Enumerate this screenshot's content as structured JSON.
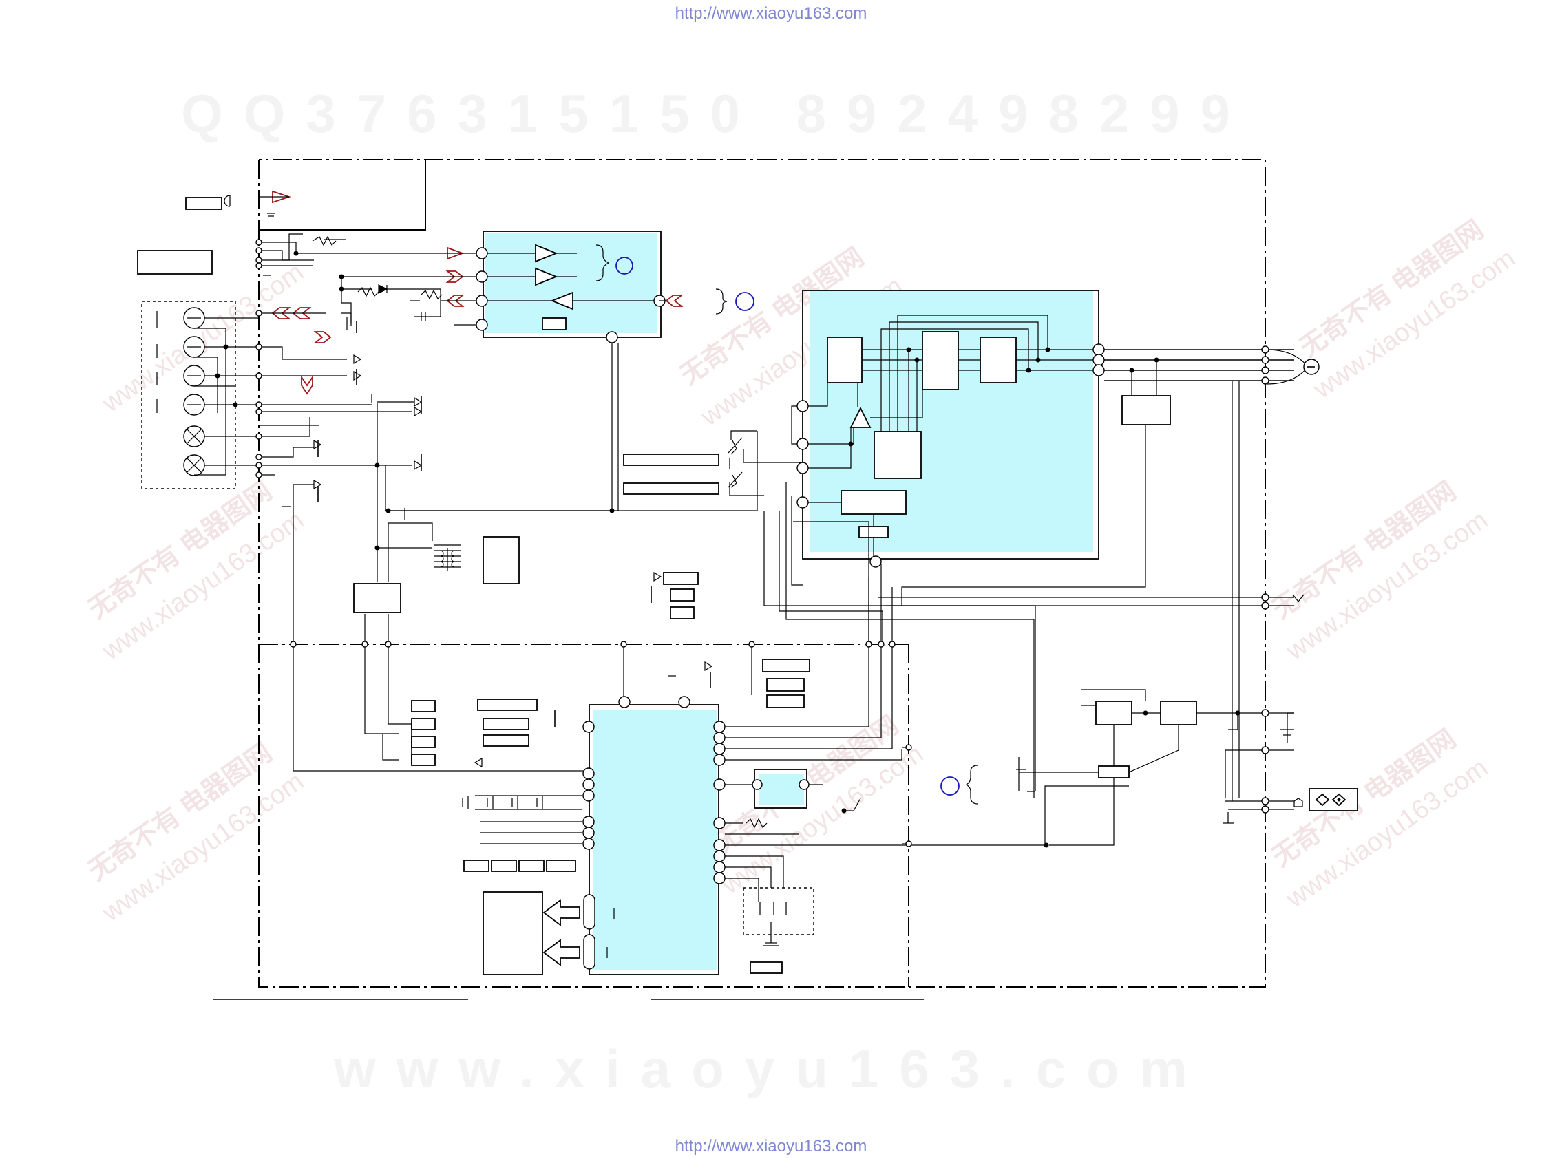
{
  "source_url_top": "http://www.xiaoyu163.com",
  "source_url_bottom": "http://www.xiaoyu163.com",
  "watermark_top": "QQ376315150   892498299",
  "watermark_bottom": "www.xiaoyu163.com",
  "watermark_diag_cn": "无奇不有 电器图网",
  "watermark_diag_url": "www.xiaoyu163.com",
  "colors": {
    "ic_fill": "#c4f8fc",
    "arrow_red": "#a01818",
    "circle_blue": "#1a1ab8",
    "link": "#7f86d6"
  }
}
